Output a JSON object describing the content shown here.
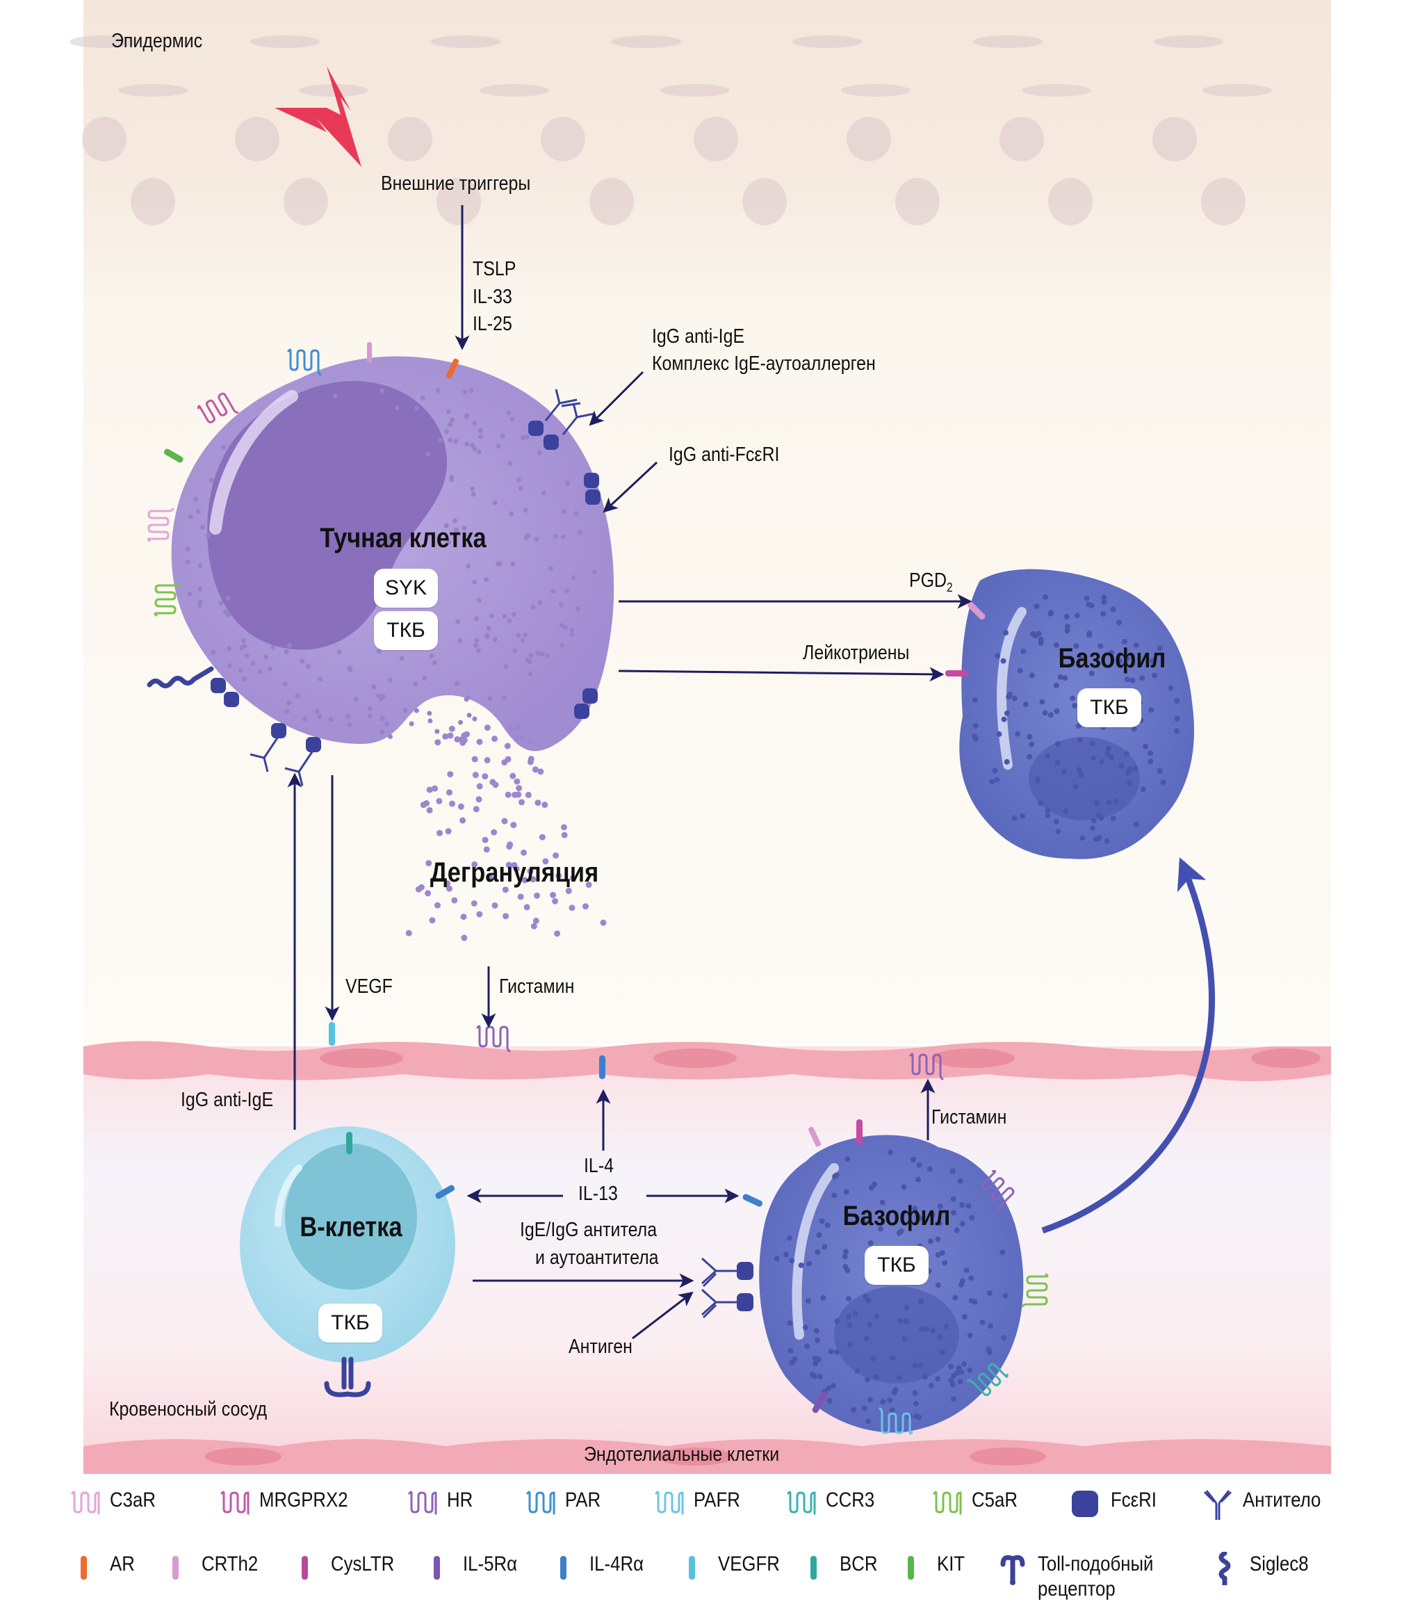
{
  "regions": {
    "epidermis": "Эпидермис",
    "blood_vessel": "Кровеносный сосуд",
    "endothelial_cells": "Эндотелиальные клетки"
  },
  "triggers": {
    "external": "Внешние триггеры",
    "cytokines": [
      "TSLP",
      "IL-33",
      "IL-25"
    ],
    "igg_anti_ige": "IgG anti-IgE",
    "ige_autoallergen": "Комплекс IgE-аутоаллерген",
    "igg_anti_fceri": "IgG anti-FcεRI"
  },
  "cells": {
    "mast_cell": {
      "name": "Тучная клетка",
      "kinases": [
        "SYK",
        "ТКБ"
      ]
    },
    "basophil_top": {
      "name": "Базофил",
      "kinase": "ТКБ"
    },
    "basophil_bottom": {
      "name": "Базофил",
      "kinase": "ТКБ"
    },
    "b_cell": {
      "name": "В-клетка",
      "kinase": "ТКБ"
    }
  },
  "mediators": {
    "pgd2": "PGD",
    "pgd2_sub": "2",
    "leukotrienes": "Лейкотриены",
    "degranulation": "Дегрануляция",
    "vegf": "VEGF",
    "histamine_1": "Гистамин",
    "histamine_2": "Гистамин",
    "igg_anti_ige_b": "IgG anti-IgE",
    "il4": "IL-4",
    "il13": "IL-13",
    "antibodies_1": "IgE/IgG антитела",
    "antibodies_2": "и аутоантитела",
    "antigen": "Антиген"
  },
  "colors": {
    "arrow": "#1e1f5e",
    "mast_cell": "#a996d6",
    "mast_nucleus": "#8a6fbd",
    "basophil": "#6372c4",
    "b_cell": "#a9dcee",
    "b_nucleus": "#7fc4d6",
    "fceri": "#3a429c",
    "epidermis_bg": "#f7ede3",
    "vessel": "#f2b8c0",
    "trigger": "#e8264a"
  },
  "legend": {
    "row1": [
      {
        "icon": "c3ar",
        "label": "C3aR",
        "color": "#e2a6d6"
      },
      {
        "icon": "mrgprx2",
        "label": "MRGPRX2",
        "color": "#c05aa8"
      },
      {
        "icon": "hr",
        "label": "HR",
        "color": "#8f63b8"
      },
      {
        "icon": "par",
        "label": "PAR",
        "color": "#3f8fd2"
      },
      {
        "icon": "pafr",
        "label": "PAFR",
        "color": "#6cc6e2"
      },
      {
        "icon": "ccr3",
        "label": "CCR3",
        "color": "#3ab3b0"
      },
      {
        "icon": "c5ar",
        "label": "C5aR",
        "color": "#7cc24f"
      },
      {
        "icon": "fceri",
        "label": "FcεRI",
        "color": "#3a429c"
      },
      {
        "icon": "antibody",
        "label": "Антитело",
        "color": "#3a429c"
      }
    ],
    "row2": [
      {
        "icon": "ar",
        "label": "AR",
        "color": "#ef6a2c"
      },
      {
        "icon": "crth2",
        "label": "CRTh2",
        "color": "#d89ad0"
      },
      {
        "icon": "cysltr",
        "label": "CysLTR",
        "color": "#b84a9c"
      },
      {
        "icon": "il5ra",
        "label": "IL-5Rα",
        "color": "#7c55b0"
      },
      {
        "icon": "il4ra",
        "label": "IL-4Rα",
        "color": "#3e7fcb"
      },
      {
        "icon": "vegfr",
        "label": "VEGFR",
        "color": "#55c2e2"
      },
      {
        "icon": "bcr",
        "label": "BCR",
        "color": "#2fa79a"
      },
      {
        "icon": "kit",
        "label": "KIT",
        "color": "#5ab54a"
      },
      {
        "icon": "toll",
        "label": "Toll-подобный",
        "label2": "рецептор",
        "color": "#3a429c"
      },
      {
        "icon": "siglec8",
        "label": "Siglec8",
        "color": "#3a429c"
      }
    ]
  }
}
